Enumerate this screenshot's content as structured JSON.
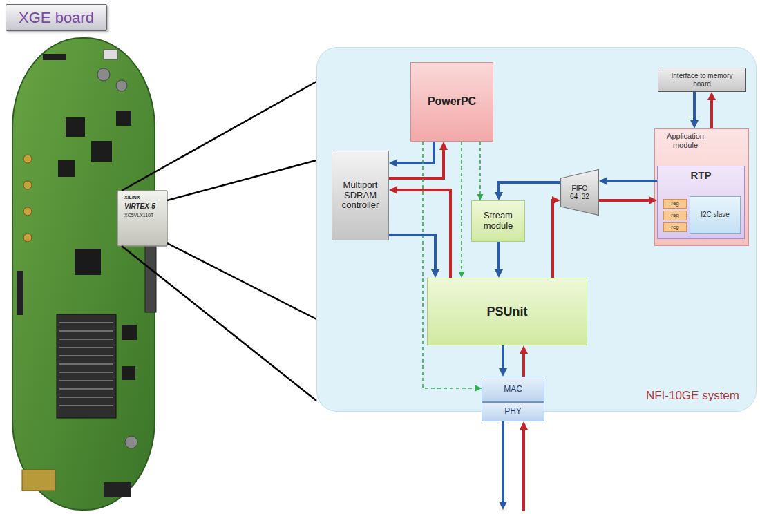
{
  "diagram": {
    "nodes": [
      {
        "text": [
          "XGE board"
        ]
      },
      {
        "text": [
          "NFI-10GE system"
        ]
      },
      {
        "text": [
          "PowerPC"
        ],
        "in": 1
      },
      {
        "text": [
          "Multiport SDRAM controller"
        ],
        "in": 1
      },
      {
        "text": [
          "Stream module"
        ],
        "in": 1
      },
      {
        "text": [
          "PSUnit"
        ],
        "in": 1
      },
      {
        "text": [
          "MAC"
        ],
        "in": 1
      },
      {
        "text": [
          "PHY"
        ]
      },
      {
        "text": [
          "FIFO 64_32"
        ],
        "in": 1
      },
      {
        "text": [
          "Interface to memory board"
        ],
        "in": 1
      },
      {
        "text": [
          "Application module"
        ],
        "in": 1
      },
      {
        "text": [
          "RTP"
        ],
        "in": 10
      },
      {
        "text": [
          "reg"
        ],
        "in": 11
      },
      {
        "text": [
          "reg"
        ],
        "in": 11
      },
      {
        "text": [
          "reg"
        ],
        "in": 11
      },
      {
        "text": [
          "I2C slave"
        ],
        "in": 11
      }
    ],
    "edges": [
      {
        "from": 2,
        "to": 3,
        "arrow": "to"
      },
      {
        "from": 3,
        "to": 2,
        "arrow": "to"
      },
      {
        "from": 2,
        "to": 4,
        "arrow": "to"
      },
      {
        "from": 2,
        "to": 5,
        "arrow": "to"
      },
      {
        "from": 2,
        "to": 6,
        "arrow": "to"
      },
      {
        "from": 3,
        "to": 5,
        "arrow": "to"
      },
      {
        "from": 5,
        "to": 3,
        "arrow": "to"
      },
      {
        "from": 8,
        "to": 4,
        "arrow": "to"
      },
      {
        "from": 4,
        "to": 5,
        "arrow": "to"
      },
      {
        "from": 5,
        "to": 8,
        "arrow": "to"
      },
      {
        "from": 11,
        "to": 8,
        "arrow": "to"
      },
      {
        "from": 8,
        "to": 11,
        "arrow": "to"
      },
      {
        "from": 9,
        "to": 10,
        "arrow": "to"
      },
      {
        "from": 10,
        "to": 9,
        "arrow": "to"
      },
      {
        "from": 5,
        "to": 6,
        "arrow": "to"
      },
      {
        "from": 6,
        "to": 5,
        "arrow": "to"
      }
    ],
    "labels": [
      "XILINX",
      "VIRTEX-5",
      "XC5VLX110T"
    ]
  }
}
